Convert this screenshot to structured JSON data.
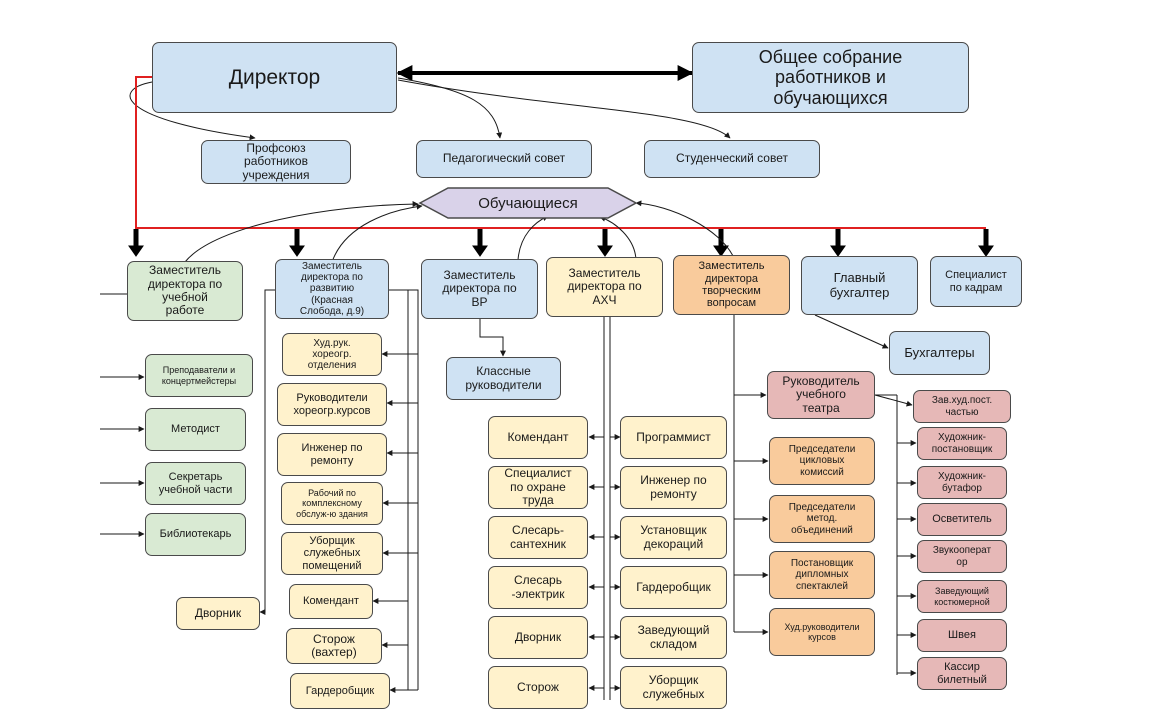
{
  "org": {
    "director": "Директор",
    "general_meeting": "Общее собрание\nработников и\nобучающихся",
    "union": "Профсоюз\nработников\nучреждения",
    "ped_council": "Педагогический совет",
    "student_council": "Студенческий совет",
    "students": "Обучающиеся",
    "deputies": {
      "academic": "Заместитель\nдиректора по\nучебной\nработе",
      "development": "Заместитель\nдиректора по\nразвитию\n(Красная\nСлобода, д.9)",
      "education": "Заместитель\nдиректора по\nВР",
      "maintenance": "Заместитель\nдиректора по\nАХЧ",
      "creative": "Заместитель\nдиректора\nтворческим\nвопросам",
      "chief_accountant": "Главный\nбухгалтер",
      "hr": "Специалист\nпо кадрам"
    },
    "accountants": "Бухгалтеры",
    "class_teachers": "Классные\nруководители",
    "academic_staff": [
      "Преподаватели и\nконцертмейстеры",
      "Методист",
      "Секретарь\nучебной части",
      "Библиотекарь"
    ],
    "janitor_left": "Дворник",
    "development_staff": [
      "Худ.рук.\nхореогр.\nотделения",
      "Руководители\nхореогр.курсов",
      "Инженер по\nремонту",
      "Рабочий по\nкомплексному\nобслуж-ю здания",
      "Уборщик\nслужебных\nпомещений",
      "Комендант",
      "Сторож\n(вахтер)",
      "Гардеробщик"
    ],
    "maintenance_left": [
      "Комендант",
      "Специалист\nпо охране\nтруда",
      "Слесарь-\nсантехник",
      "Слесарь\n-электрик",
      "Дворник",
      "Сторож"
    ],
    "maintenance_right": [
      "Программист",
      "Инженер по\nремонту",
      "Установщик\nдекораций",
      "Гардеробщик",
      "Заведующий\nскладом",
      "Уборщик\nслужебных"
    ],
    "theatre_head": "Руководитель\nучебного\nтеатра",
    "creative_staff": [
      "Председатели\nцикловых\nкомиссий",
      "Председатели\nметод.\nобъединений",
      "Постановщик\nдипломных\nспектаклей",
      "Худ.руководители\nкурсов"
    ],
    "theatre_staff": [
      "Зав.худ.пост.\nчастью",
      "Художник-\nпостановщик",
      "Художник-\nбутафор",
      "Осветитель",
      "Звукооперат\nор",
      "Заведующий\nкостюмерной",
      "Швея",
      "Кассир\nбилетный"
    ]
  },
  "colors": {
    "management": "#cfe2f3",
    "academic": "#d9ead3",
    "maintenance": "#fff2cc",
    "creative": "#f9cb9c",
    "theatre": "#e6b8b7",
    "students": "#d9d2e9",
    "highlight_line": "#e02020"
  }
}
